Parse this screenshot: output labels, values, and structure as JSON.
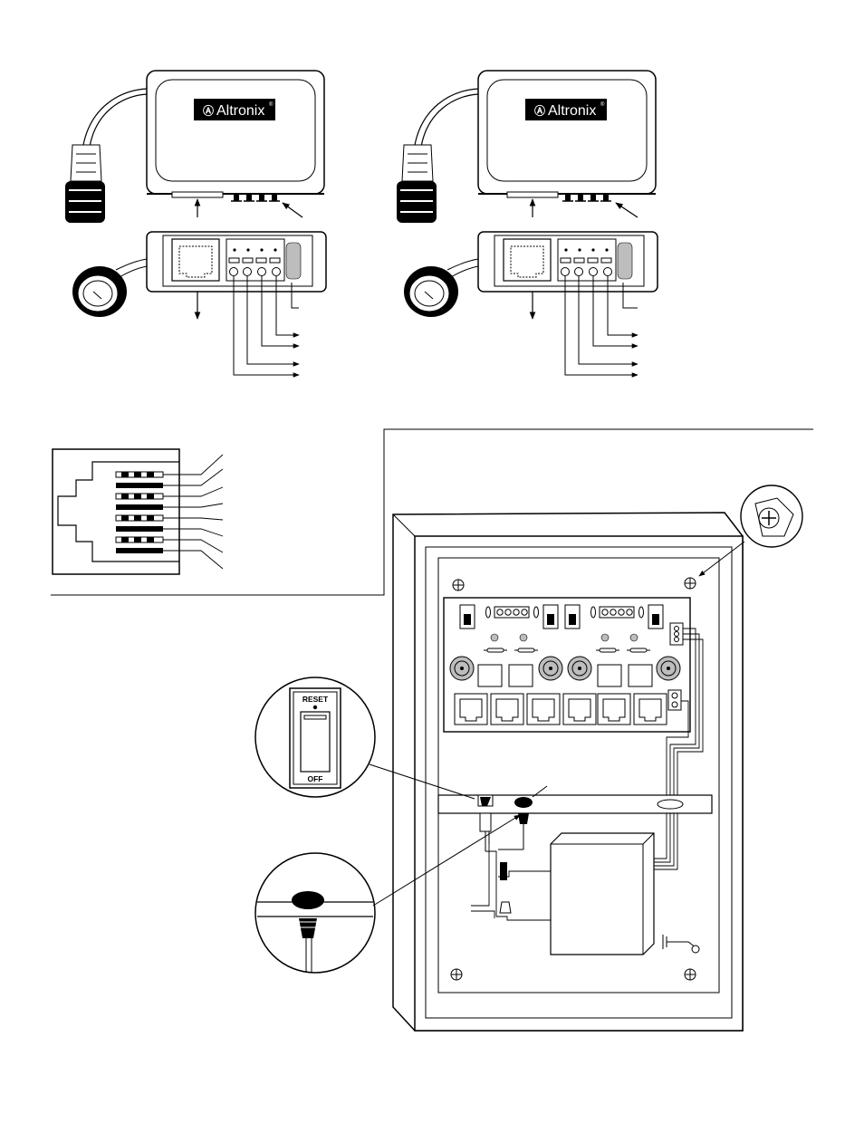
{
  "brand": {
    "logo_text": "Altronix",
    "logo_mark": "altronix-a-mark-icon",
    "registered_mark": "®"
  },
  "breaker_closeup": {
    "top_label": "RESET",
    "bottom_label": "OFF"
  },
  "colors": {
    "ink": "#000000",
    "paper": "#ffffff",
    "gray_fill": "#bdbdbd",
    "light_gray": "#e6e6e6"
  }
}
